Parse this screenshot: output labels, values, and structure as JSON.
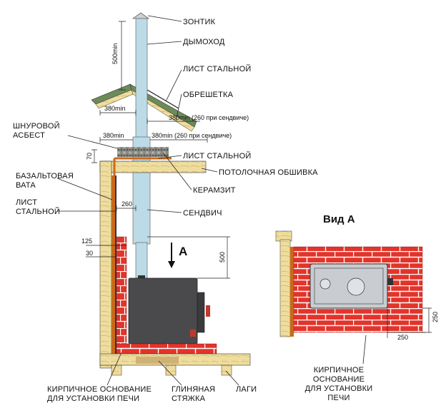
{
  "labels": {
    "umbrella": "ЗОНТИК",
    "chimney": "ДЫМОХОД",
    "steel_sheet_roof": "ЛИСТ СТАЛЬНОЙ",
    "lathing": "ОБРЕШЕТКА",
    "cord_asbestos_1": "ШНУРОВОЙ",
    "cord_asbestos_2": "АСБЕСТ",
    "steel_sheet_ceiling": "ЛИСТ СТАЛЬНОЙ",
    "ceiling_lining": "ПОТОЛОЧНАЯ ОБШИВКА",
    "expanded_clay": "КЕРАМЗИТ",
    "basalt_wool_1": "БАЗАЛЬТОВАЯ",
    "basalt_wool_2": "ВАТА",
    "steel_sheet_wall_1": "ЛИСТ",
    "steel_sheet_wall_2": "СТАЛЬНОЙ",
    "sandwich": "СЕНДВИЧ",
    "brick_base_1": "КИРПИЧНОЕ ОСНОВАНИЕ",
    "brick_base_2": "ДЛЯ УСТАНОВКИ ПЕЧИ",
    "clay_screed_1": "ГЛИНЯНАЯ",
    "clay_screed_2": "СТЯЖКА",
    "joists": "ЛАГИ",
    "view_a_marker": "А",
    "view_a_title": "Вид А",
    "brick_base_right_1": "КИРПИЧНОЕ",
    "brick_base_right_2": "ОСНОВАНИЕ",
    "brick_base_right_3": "ДЛЯ УСТАНОВКИ",
    "brick_base_right_4": "ПЕЧИ"
  },
  "dimensions": {
    "chimney_height": "500min",
    "roof_clearance": "380min",
    "roof_offset": "380min (260 при сендвиче)",
    "ceiling_left": "380min",
    "ceiling_right": "380min (260 при сендвиче)",
    "ceiling_thickness": "70",
    "wall_gap": "260",
    "base_side": "125",
    "base_step": "30",
    "stove_clear": "500",
    "view_a_side": "250",
    "view_a_front": "250"
  },
  "colors": {
    "brick": "#e2342b",
    "wood": "#efdd9e",
    "pipe": "#bcdbe6",
    "stove": "#4a4a4c",
    "gravel": "#8c8c86",
    "insulation": "#c96a1a"
  }
}
